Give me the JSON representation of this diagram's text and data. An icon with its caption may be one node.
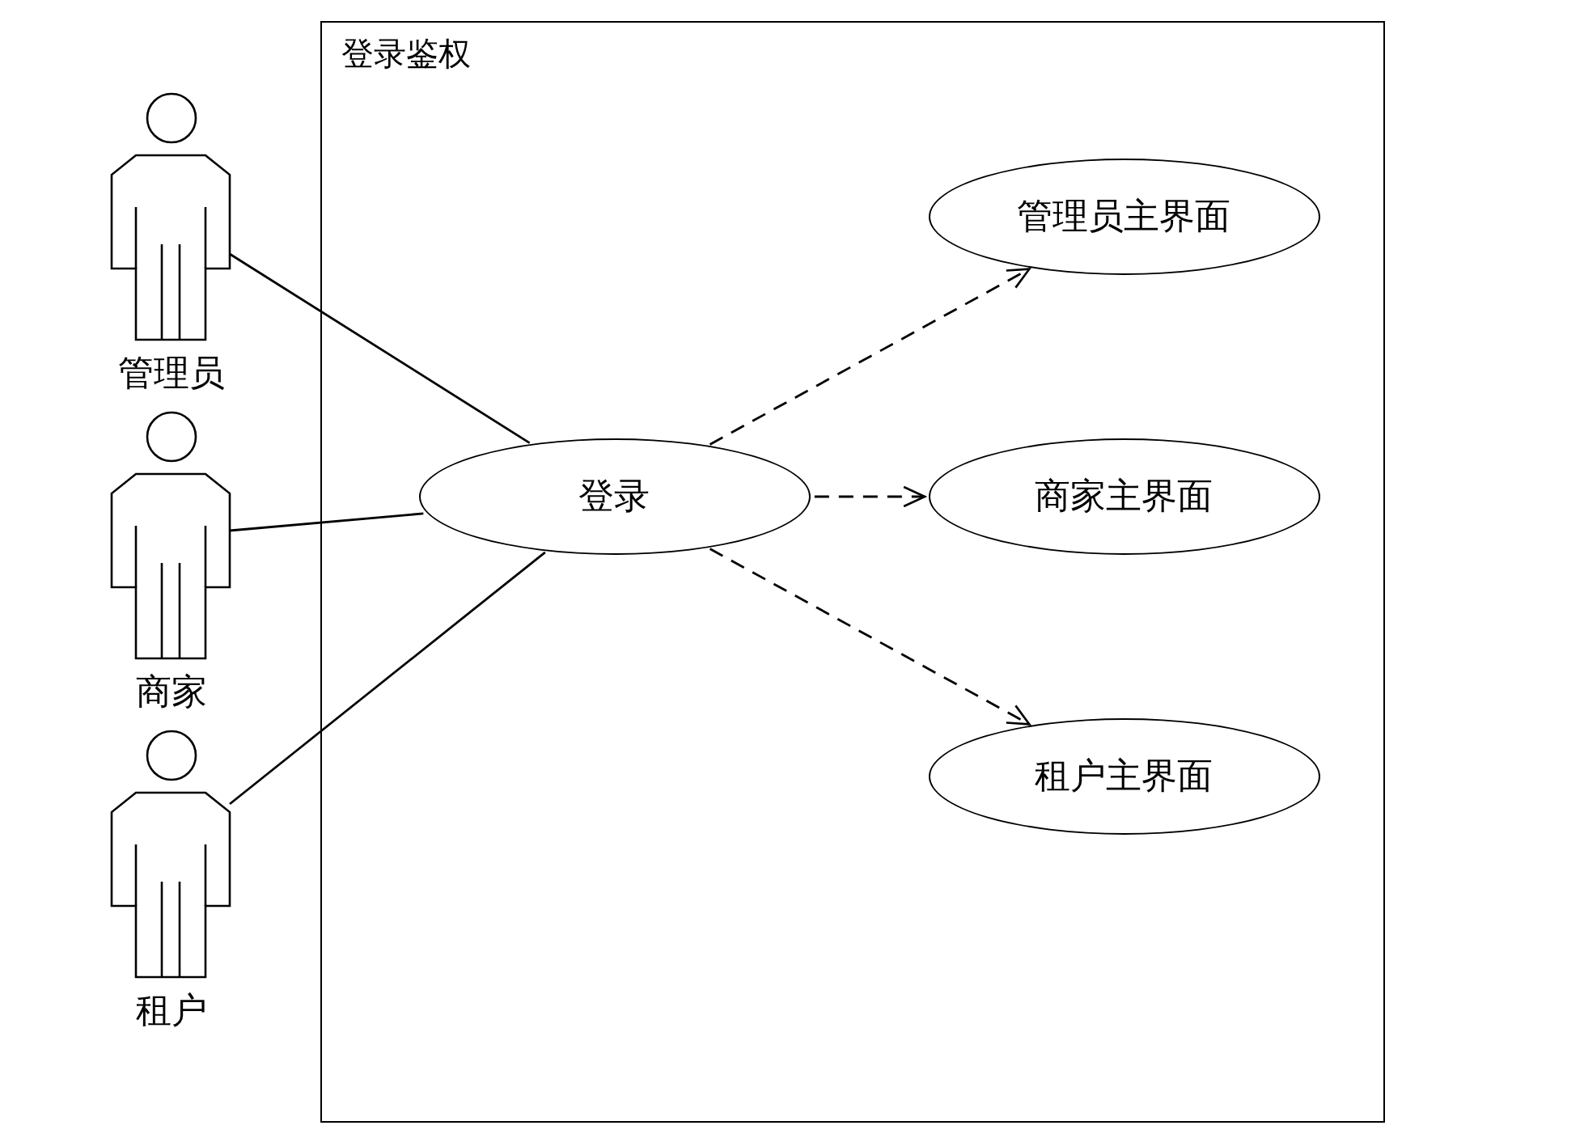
{
  "diagram": {
    "nodes": [
      {
        "text": [
          "登录鉴权"
        ]
      },
      {
        "text": [
          "管理员"
        ]
      },
      {
        "text": [
          "商家"
        ]
      },
      {
        "text": [
          "租户"
        ]
      },
      {
        "text": [
          "登录"
        ],
        "in": 0
      },
      {
        "text": [
          "管理员主界面"
        ],
        "in": 0
      },
      {
        "text": [
          "商家主界面"
        ],
        "in": 0
      },
      {
        "text": [
          "租户主界面"
        ],
        "in": 0
      }
    ],
    "edges": [
      {
        "from": 1,
        "to": 4,
        "arrow": "none"
      },
      {
        "from": 2,
        "to": 4,
        "arrow": "none"
      },
      {
        "from": 3,
        "to": 4,
        "arrow": "none"
      },
      {
        "from": 4,
        "to": 5,
        "arrow": "to",
        "style": "dashed"
      },
      {
        "from": 4,
        "to": 6,
        "arrow": "to",
        "style": "dashed"
      },
      {
        "from": 4,
        "to": 7,
        "arrow": "to",
        "style": "dashed"
      }
    ]
  }
}
